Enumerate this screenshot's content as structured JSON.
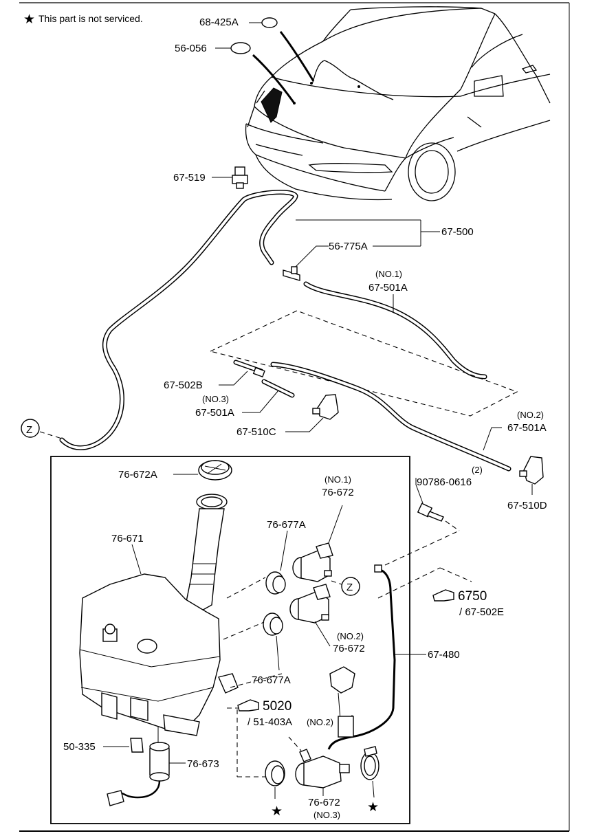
{
  "note": {
    "star": "★",
    "text": "This part is not serviced."
  },
  "callouts": {
    "p68_425A": "68-425A",
    "p56_056": "56-056",
    "p67_519": "67-519",
    "p67_500": "67-500",
    "p56_775A": "56-775A",
    "p67_501A_no1_tag": "(NO.1)",
    "p67_501A_no1": "67-501A",
    "p67_502B": "67-502B",
    "p67_501A_no3_tag": "(NO.3)",
    "p67_501A_no3": "67-501A",
    "p67_510C": "67-510C",
    "p67_501A_no2_tag": "(NO.2)",
    "p67_501A_no2": "67-501A",
    "p90786_qty": "(2)",
    "p90786": "90786-0616",
    "p67_510D": "67-510D",
    "p76_672A": "76-672A",
    "p76_671": "76-671",
    "p76_677A_top": "76-677A",
    "p76_672_no1_tag": "(NO.1)",
    "p76_672_no1": "76-672",
    "p76_672_no2_tag": "(NO.2)",
    "p76_672_no2": "76-672",
    "p76_677A_bottom": "76-677A",
    "p67_480": "67-480",
    "p50_335": "50-335",
    "p76_673": "76-673",
    "p76_672_no3": "76-672",
    "p76_672_no3_tag": "(NO.3)"
  },
  "references": {
    "ref6750_num": "6750",
    "ref6750_sub": "/ 67-502E",
    "ref5020_num": "5020",
    "ref5020_sub": "/ 51-403A",
    "ref5020_tag": "(NO.2)"
  },
  "markers": {
    "z_top": "Z",
    "z_bottom": "Z",
    "star_left": "★",
    "star_right": "★"
  }
}
